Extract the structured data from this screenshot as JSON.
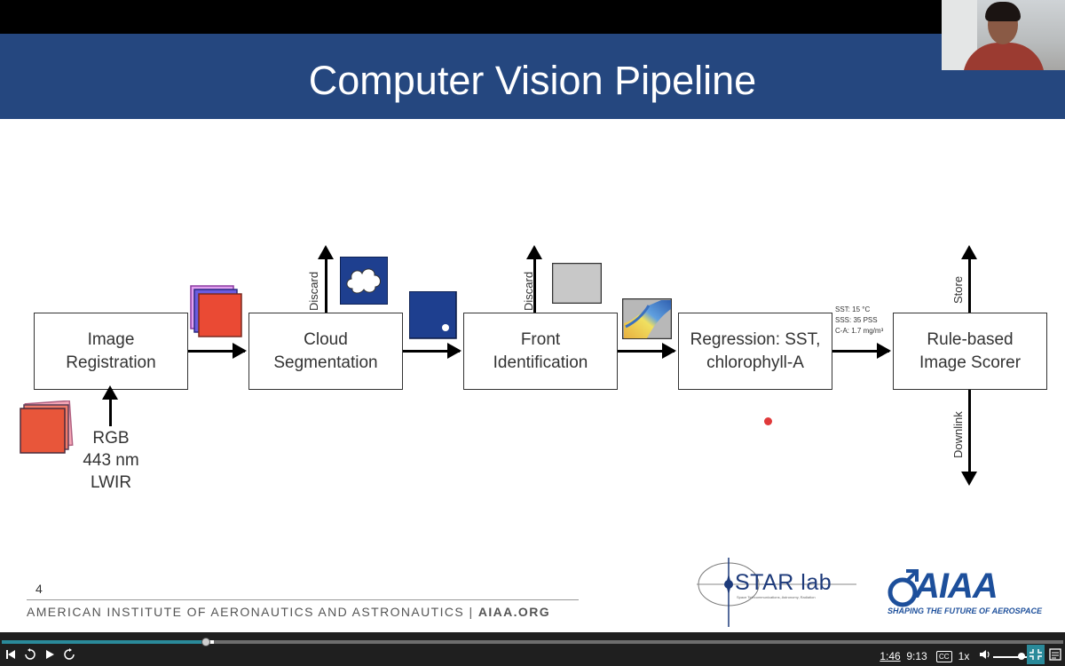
{
  "slide": {
    "title": "Computer Vision Pipeline",
    "page_number": "4",
    "footer": {
      "org": "AMERICAN INSTITUTE OF AERONAUTICS AND ASTRONAUTICS",
      "separator": "|",
      "site": "AIAA.ORG"
    },
    "logos": {
      "star_lab": "STAR lab",
      "star_lab_subtitle": "Space Telecommunications, Astronomy, Radiation",
      "aiaa": "AIAA",
      "aiaa_tagline": "SHAPING THE FUTURE OF AEROSPACE"
    }
  },
  "pipeline": {
    "stages": [
      {
        "label": "Image\nRegistration"
      },
      {
        "label": "Cloud\nSegmentation"
      },
      {
        "label": "Front\nIdentification"
      },
      {
        "label": "Regression: SST,\nchlorophyll-A"
      },
      {
        "label": "Rule-based\nImage Scorer"
      }
    ],
    "input_label": "RGB\n443 nm\nLWIR",
    "discard_label": "Discard",
    "store_label": "Store",
    "downlink_label": "Downlink",
    "regression_output": [
      "SST: 15 °C",
      "SSS: 35 PSS",
      "C-A: 1.7 mg/m³"
    ]
  },
  "player": {
    "current_time": "1:46",
    "duration": "9:13",
    "captions_label": "CC",
    "speed": "1x",
    "progress_fraction": 0.192,
    "buffered_fraction": 0.2
  },
  "colors": {
    "title_band": "#25477f",
    "accent_teal": "#2a8a9a"
  }
}
